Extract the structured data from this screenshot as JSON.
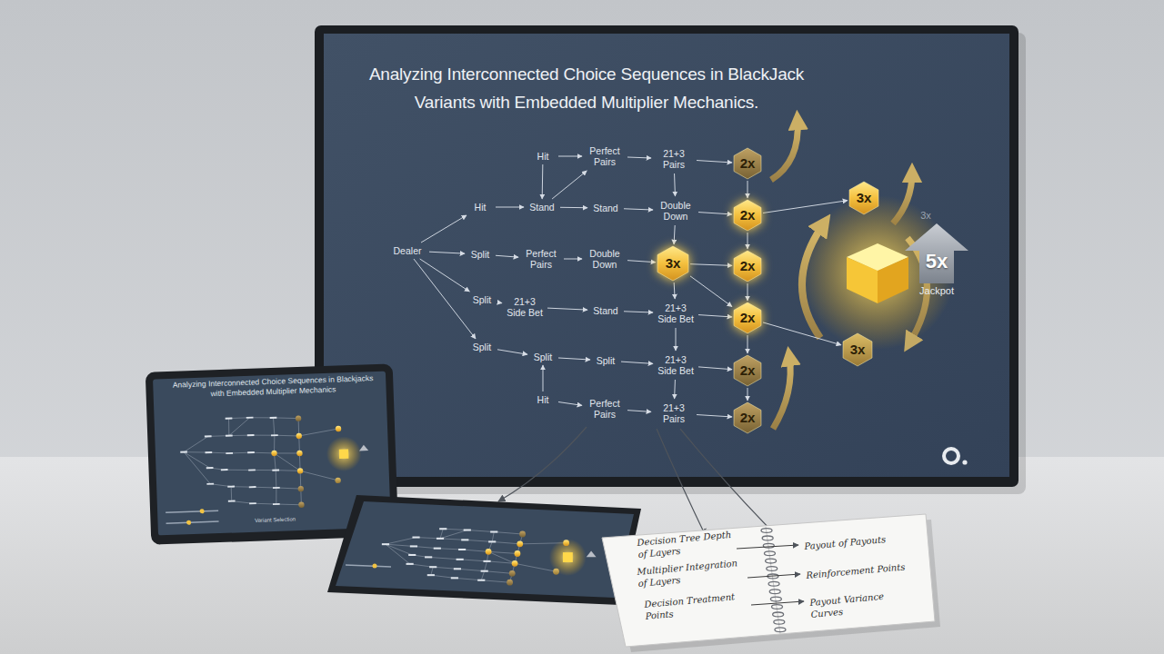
{
  "diagram": {
    "title": "Analyzing Interconnected Choice Sequences in BlackJack Variants with Embedded Multiplier Mechanics.",
    "nodes": [
      {
        "text": [
          "Dealer"
        ]
      },
      {
        "text": [
          "Hit"
        ]
      },
      {
        "text": [
          "Split"
        ]
      },
      {
        "text": [
          "Split"
        ]
      },
      {
        "text": [
          "Split"
        ]
      },
      {
        "text": [
          "Hit"
        ]
      },
      {
        "text": [
          "Stand"
        ]
      },
      {
        "text": [
          "Perfect Pairs"
        ]
      },
      {
        "text": [
          "21+3 Side Bet"
        ]
      },
      {
        "text": [
          "Split"
        ]
      },
      {
        "text": [
          "Hit"
        ]
      },
      {
        "text": [
          "Perfect Pairs"
        ]
      },
      {
        "text": [
          "Stand"
        ]
      },
      {
        "text": [
          "Double Down"
        ]
      },
      {
        "text": [
          "Stand"
        ]
      },
      {
        "text": [
          "Split"
        ]
      },
      {
        "text": [
          "Perfect Pairs"
        ]
      },
      {
        "text": [
          "21+3 Pairs"
        ]
      },
      {
        "text": [
          "Double Down"
        ]
      },
      {
        "text": [
          "3x"
        ]
      },
      {
        "text": [
          "21+3 Side Bet"
        ]
      },
      {
        "text": [
          "21+3 Side Bet"
        ]
      },
      {
        "text": [
          "21+3 Pairs"
        ]
      },
      {
        "text": [
          "2x"
        ]
      },
      {
        "text": [
          "2x"
        ]
      },
      {
        "text": [
          "2x"
        ]
      },
      {
        "text": [
          "2x"
        ]
      },
      {
        "text": [
          "2x"
        ]
      },
      {
        "text": [
          "2x"
        ]
      },
      {
        "text": [
          "3x"
        ]
      },
      {
        "text": [
          "3x"
        ]
      },
      {
        "text": [
          "5x",
          "Jackpot"
        ]
      }
    ],
    "edges": [
      {
        "from": 0,
        "to": 1,
        "arrow": "to"
      },
      {
        "from": 0,
        "to": 2,
        "arrow": "to"
      },
      {
        "from": 0,
        "to": 3,
        "arrow": "to"
      },
      {
        "from": 0,
        "to": 4,
        "arrow": "to"
      },
      {
        "from": 1,
        "to": 6,
        "arrow": "to"
      },
      {
        "from": 5,
        "to": 6,
        "arrow": "to"
      },
      {
        "from": 5,
        "to": 11,
        "arrow": "to"
      },
      {
        "from": 6,
        "to": 11,
        "arrow": "to"
      },
      {
        "from": 6,
        "to": 12,
        "arrow": "to"
      },
      {
        "from": 2,
        "to": 7,
        "arrow": "to"
      },
      {
        "from": 7,
        "to": 13,
        "arrow": "to"
      },
      {
        "from": 3,
        "to": 8,
        "arrow": "to"
      },
      {
        "from": 8,
        "to": 14,
        "arrow": "to"
      },
      {
        "from": 4,
        "to": 9,
        "arrow": "to"
      },
      {
        "from": 10,
        "to": 9,
        "arrow": "to"
      },
      {
        "from": 9,
        "to": 15,
        "arrow": "to"
      },
      {
        "from": 10,
        "to": 16,
        "arrow": "to"
      },
      {
        "from": 11,
        "to": 17,
        "arrow": "to"
      },
      {
        "from": 12,
        "to": 18,
        "arrow": "to"
      },
      {
        "from": 13,
        "to": 19,
        "arrow": "to"
      },
      {
        "from": 14,
        "to": 20,
        "arrow": "to"
      },
      {
        "from": 15,
        "to": 21,
        "arrow": "to"
      },
      {
        "from": 16,
        "to": 22,
        "arrow": "to"
      },
      {
        "from": 17,
        "to": 18,
        "arrow": "to"
      },
      {
        "from": 18,
        "to": 19,
        "arrow": "to"
      },
      {
        "from": 19,
        "to": 20,
        "arrow": "to"
      },
      {
        "from": 20,
        "to": 21,
        "arrow": "to"
      },
      {
        "from": 21,
        "to": 22,
        "arrow": "to"
      },
      {
        "from": 17,
        "to": 23,
        "arrow": "to"
      },
      {
        "from": 18,
        "to": 24,
        "arrow": "to"
      },
      {
        "from": 19,
        "to": 25,
        "arrow": "to"
      },
      {
        "from": 20,
        "to": 26,
        "arrow": "to"
      },
      {
        "from": 21,
        "to": 27,
        "arrow": "to"
      },
      {
        "from": 22,
        "to": 28,
        "arrow": "to"
      },
      {
        "from": 23,
        "to": 24,
        "arrow": "to"
      },
      {
        "from": 24,
        "to": 25,
        "arrow": "to"
      },
      {
        "from": 25,
        "to": 26,
        "arrow": "to"
      },
      {
        "from": 26,
        "to": 27,
        "arrow": "to"
      },
      {
        "from": 27,
        "to": 28,
        "arrow": "to"
      },
      {
        "from": 19,
        "to": 26,
        "arrow": "to"
      },
      {
        "from": 24,
        "to": 29,
        "arrow": "to"
      },
      {
        "from": 26,
        "to": 30,
        "arrow": "to"
      }
    ],
    "labels": [
      "3x",
      "Analyzing Interconnected Choice Sequences in Blackjacks with Embedded Multiplier Mechanics",
      "Variant Selection",
      "Decision Tree Depth of Layers",
      "Multiplier Integration of Layers",
      "Decision Treatment Points",
      "Payout of Payouts",
      "Reinforcement Points",
      "Payout Variance Curves"
    ]
  }
}
